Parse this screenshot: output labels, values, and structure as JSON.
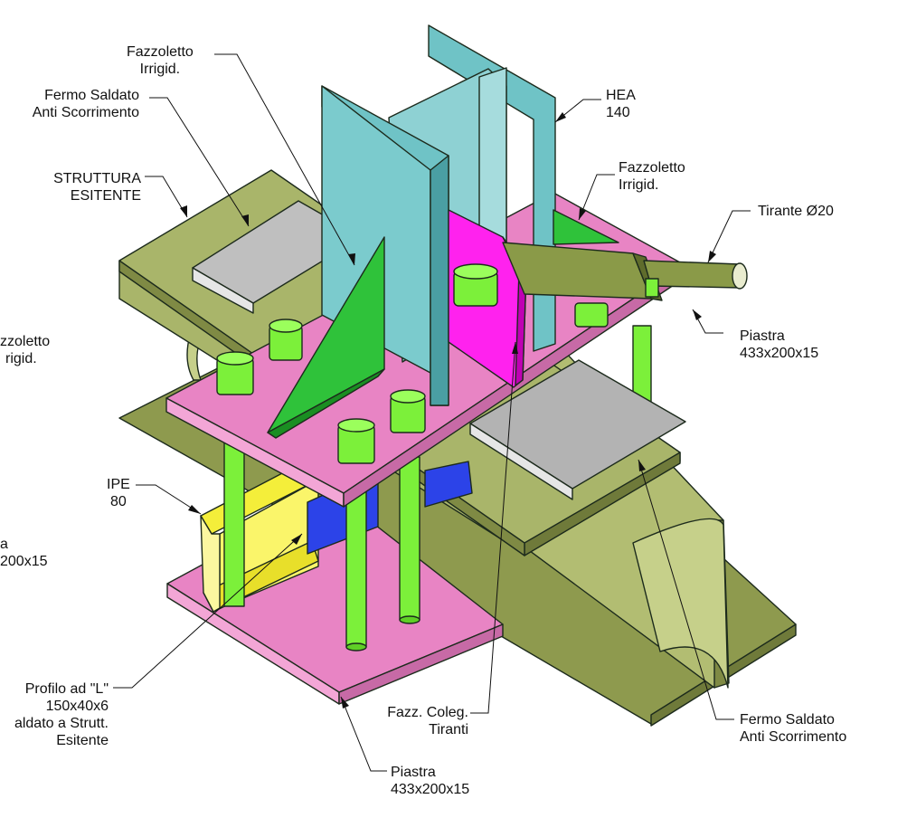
{
  "colors": {
    "beam_olive": "#a9b56a",
    "beam_olive_light": "#c6d08a",
    "beam_olive_dark": "#6f7a3a",
    "column_teal": "#6fc3c6",
    "column_teal_dark": "#4a9fa3",
    "plate_pink": "#e884c4",
    "plate_pink_light": "#f3a6d6",
    "gusset_green": "#2fc23a",
    "gusset_green_dark": "#1a8e22",
    "bolt_lime": "#7cf03a",
    "magenta_gusset": "#ff22ee",
    "block_blue": "#2c43e8",
    "ipe_yellow": "#f4ee3a",
    "stop_plate_grey": "#bfbfbf",
    "tie_rod_olive": "#8a9a48"
  },
  "labels": {
    "fazzoletto_top": [
      "Fazzoletto",
      "Irrigid."
    ],
    "fermo_top": [
      "Fermo Saldato",
      "Anti Scorrimento"
    ],
    "struttura": [
      "STRUTTURA",
      "ESITENTE"
    ],
    "hea": [
      "HEA",
      "140"
    ],
    "fazzoletto_right": [
      "Fazzoletto",
      "Irrigid."
    ],
    "tirante": [
      "Tirante Ø20"
    ],
    "piastra_right": [
      "Piastra",
      "433x200x15"
    ],
    "fazzoletto_left_cut": [
      "zzoletto",
      "rigid."
    ],
    "ipe": [
      "IPE",
      "80"
    ],
    "piastra_left_cut": [
      "a",
      "200x15"
    ],
    "profilo": [
      "Profilo ad \"L\"",
      "150x40x6",
      "aldato a Strutt.",
      "Esitente"
    ],
    "fazz_coleg": [
      "Fazz. Coleg.",
      "Tiranti"
    ],
    "fermo_bottom": [
      "Fermo Saldato",
      "Anti Scorrimento"
    ],
    "piastra_bottom": [
      "Piastra",
      "433x200x15"
    ]
  }
}
